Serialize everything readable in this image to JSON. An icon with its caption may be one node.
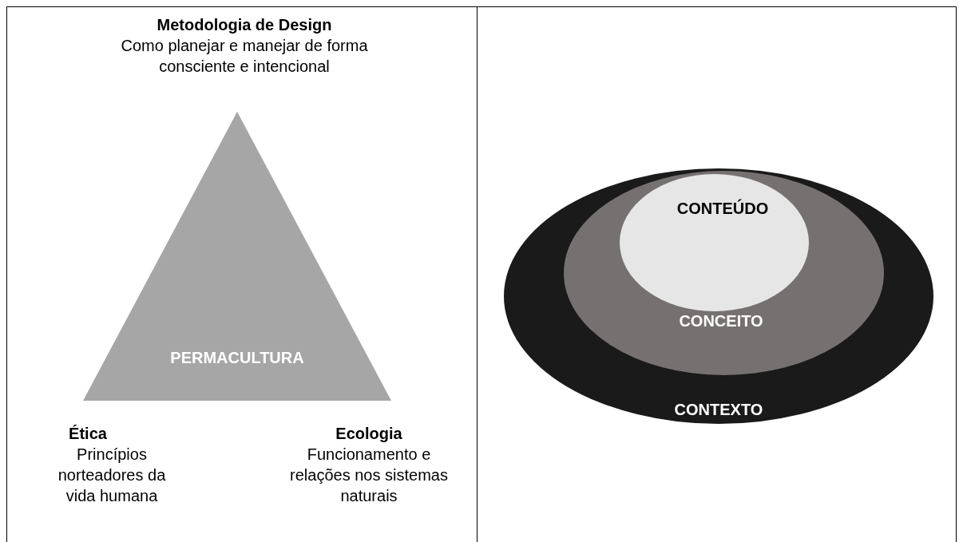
{
  "diagram": {
    "nodes": [
      {
        "text": [
          "PERMACULTURA"
        ]
      },
      {
        "text": [
          "CONTEXTO"
        ]
      },
      {
        "text": [
          "CONCEITO"
        ],
        "in": 1
      },
      {
        "text": [
          "CONTEÚDO"
        ],
        "in": 2
      }
    ],
    "edges": [],
    "labels": [
      "Metodologia de Design",
      "Como planejar e manejar de forma consciente e intencional",
      "Ética",
      "Princípios norteadores da vida humana",
      "Ecologia",
      "Funcionamento e relações nos sistemas naturais"
    ]
  }
}
